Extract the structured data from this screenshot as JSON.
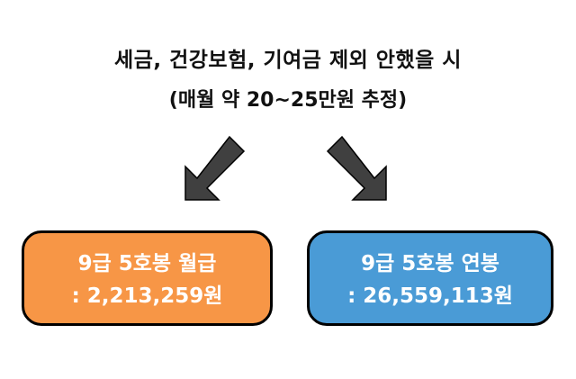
{
  "headline": {
    "line1": "세금, 건강보험, 기여금 제외 안했을 시",
    "line2": "(매월 약 20~25만원 추정)"
  },
  "boxes": [
    {
      "title": "9급 5호봉 월급",
      "value": ": 2,213,259원",
      "fill": "#F79646"
    },
    {
      "title": "9급 5호봉 연봉",
      "value": ": 26,559,113원",
      "fill": "#4A9BD6"
    }
  ],
  "colors": {
    "arrow_fill": "#404040",
    "arrow_outline": "#000000",
    "box_border": "#000000",
    "text_dark": "#111111",
    "text_light": "#FFFFFF"
  }
}
